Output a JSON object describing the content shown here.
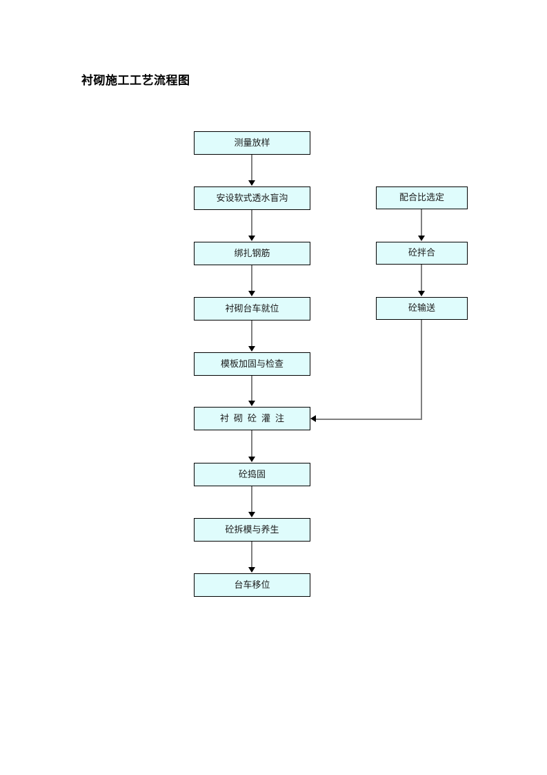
{
  "document": {
    "title": "衬砌施工工艺流程图"
  },
  "diagram": {
    "type": "flowchart",
    "orientation": "top-to-bottom",
    "box_fill_color": "#DFFCFC",
    "box_border_color": "#000000",
    "connector_color": "#7F7F7F",
    "arrowhead_color": "#000000",
    "main_column": {
      "name": "衬砌施工主流程",
      "nodes": [
        {
          "id": "n1",
          "label": "测量放样"
        },
        {
          "id": "n2",
          "label": "安设软式透水盲沟"
        },
        {
          "id": "n3",
          "label": "绑扎钢筋"
        },
        {
          "id": "n4",
          "label": "衬砌台车就位"
        },
        {
          "id": "n5",
          "label": "模板加固与检查"
        },
        {
          "id": "n6",
          "label": "衬砌砼灌注",
          "spaced": true
        },
        {
          "id": "n7",
          "label": "砼捣固"
        },
        {
          "id": "n8",
          "label": "砼拆模与养生"
        },
        {
          "id": "n9",
          "label": "台车移位"
        }
      ]
    },
    "side_column": {
      "name": "砼供应支流程",
      "nodes": [
        {
          "id": "s1",
          "label": "配合比选定"
        },
        {
          "id": "s2",
          "label": "砼拌合"
        },
        {
          "id": "s3",
          "label": "砼输送"
        }
      ]
    },
    "edges": [
      {
        "from": "n1",
        "to": "n2"
      },
      {
        "from": "n2",
        "to": "n3"
      },
      {
        "from": "n3",
        "to": "n4"
      },
      {
        "from": "n4",
        "to": "n5"
      },
      {
        "from": "n5",
        "to": "n6"
      },
      {
        "from": "n6",
        "to": "n7"
      },
      {
        "from": "n7",
        "to": "n8"
      },
      {
        "from": "n8",
        "to": "n9"
      },
      {
        "from": "s1",
        "to": "s2"
      },
      {
        "from": "s2",
        "to": "s3"
      },
      {
        "from": "s3",
        "to": "n6"
      }
    ]
  }
}
